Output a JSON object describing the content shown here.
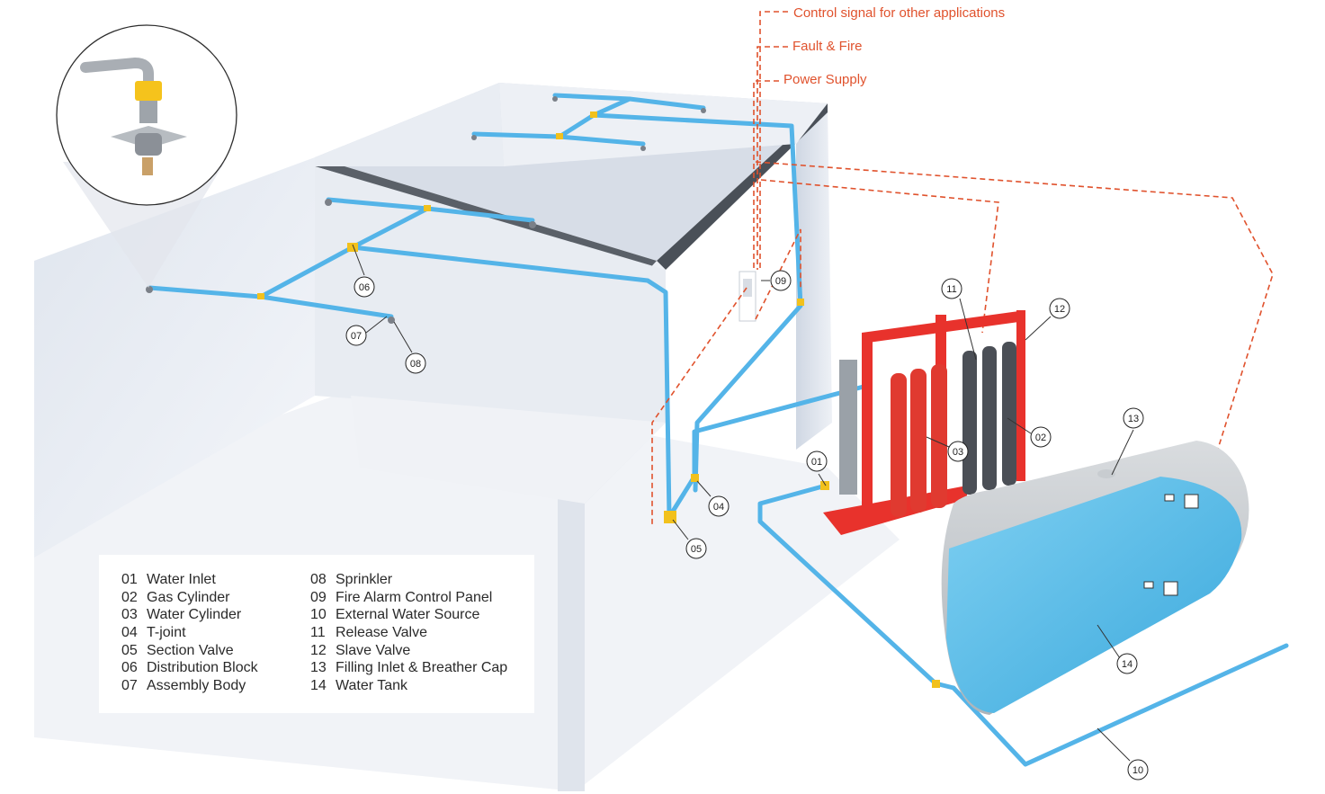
{
  "signals": [
    {
      "id": "control",
      "label": "Control signal for other applications"
    },
    {
      "id": "fault",
      "label": "Fault & Fire"
    },
    {
      "id": "power",
      "label": "Power Supply"
    }
  ],
  "callouts": [
    "01",
    "02",
    "03",
    "04",
    "05",
    "06",
    "07",
    "08",
    "09",
    "10",
    "11",
    "12",
    "13",
    "14"
  ],
  "legend": {
    "left": [
      {
        "num": "01",
        "label": "Water Inlet"
      },
      {
        "num": "02",
        "label": "Gas Cylinder"
      },
      {
        "num": "03",
        "label": "Water Cylinder"
      },
      {
        "num": "04",
        "label": "T-joint"
      },
      {
        "num": "05",
        "label": "Section Valve"
      },
      {
        "num": "06",
        "label": "Distribution Block"
      },
      {
        "num": "07",
        "label": "Assembly Body"
      }
    ],
    "right": [
      {
        "num": "08",
        "label": "Sprinkler"
      },
      {
        "num": "09",
        "label": "Fire Alarm Control Panel"
      },
      {
        "num": "10",
        "label": "External Water Source"
      },
      {
        "num": "11",
        "label": "Release Valve"
      },
      {
        "num": "12",
        "label": "Slave Valve"
      },
      {
        "num": "13",
        "label": "Filling Inlet & Breather Cap"
      },
      {
        "num": "14",
        "label": "Water Tank"
      }
    ]
  },
  "colors": {
    "pipe": "#54b4e8",
    "signal": "#e0522d",
    "frame": "#e8322c",
    "water": "#5ec2ec",
    "wall": "#e6ebf2",
    "joint": "#f2c11c"
  }
}
